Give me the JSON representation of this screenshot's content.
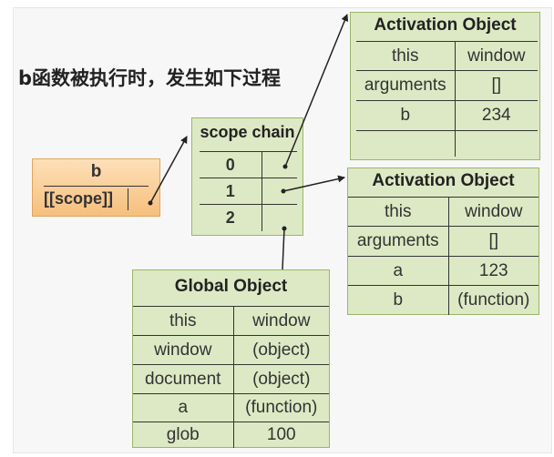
{
  "caption": "b函数被执行时，发生如下过程",
  "b_function": {
    "name": "b",
    "scope_label": "[[scope]]"
  },
  "scope_chain": {
    "title": "scope chain",
    "rows": [
      "0",
      "1",
      "2"
    ]
  },
  "activation_object_top": {
    "title": "Activation Object",
    "rows": [
      [
        "this",
        "window"
      ],
      [
        "arguments",
        "[]"
      ],
      [
        "b",
        "234"
      ],
      [
        "",
        ""
      ]
    ]
  },
  "activation_object_mid": {
    "title": "Activation Object",
    "rows": [
      [
        "this",
        "window"
      ],
      [
        "arguments",
        "[]"
      ],
      [
        "a",
        "123"
      ],
      [
        "b",
        "(function)"
      ]
    ]
  },
  "global_object": {
    "title": "Global Object",
    "rows": [
      [
        "this",
        "window"
      ],
      [
        "window",
        "(object)"
      ],
      [
        "document",
        "(object)"
      ],
      [
        "a",
        "(function)"
      ],
      [
        "glob",
        "100"
      ]
    ]
  },
  "colors": {
    "box_fill": "#dde9c4",
    "box_border": "#9ab56a",
    "func_fill": "#f6bf7d"
  }
}
